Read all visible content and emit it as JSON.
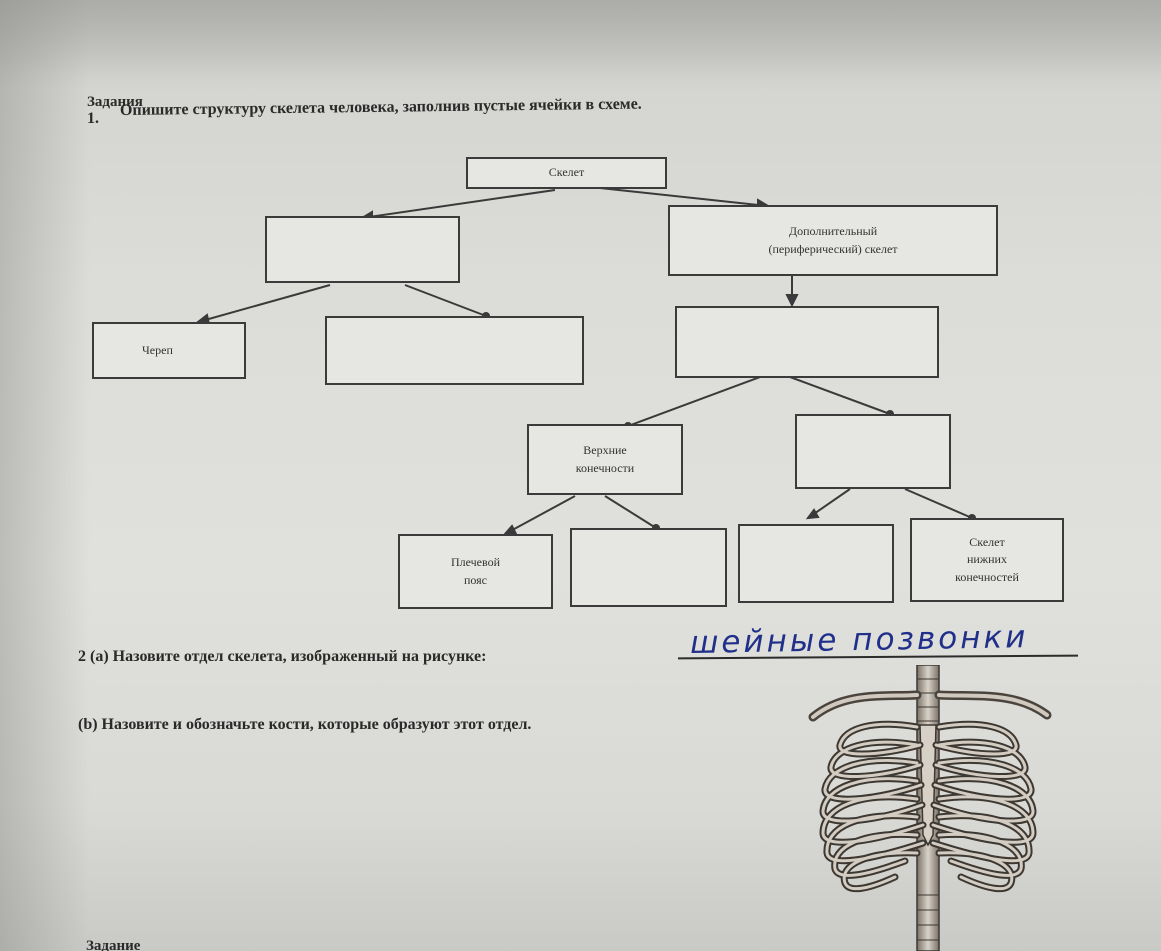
{
  "header": {
    "section_title": "Задания",
    "task1_number": "1.",
    "task1_text": "Опишите структуру скелета человека, заполнив пустые ячейки в схеме."
  },
  "diagram": {
    "root": "Скелет",
    "axial": "",
    "appendicular_line1": "Дополнительный",
    "appendicular_line2": "(периферический) скелет",
    "skull": "Череп",
    "trunk": "",
    "limbs": "",
    "upper_limbs_line1": "Верхние",
    "upper_limbs_line2": "конечности",
    "lower_limbs": "",
    "shoulder_girdle_line1": "Плечевой",
    "shoulder_girdle_line2": "пояс",
    "free_upper_limb": "",
    "pelvic_girdle": "",
    "lower_free_line1": "Скелет",
    "lower_free_line2": "нижних",
    "lower_free_line3": "конечностей"
  },
  "task2": {
    "question_a": "2 (а) Назовите отдел скелета, изображенный на рисунке:",
    "answer_a": "шейные позвонки",
    "question_b": "(b) Назовите и обозначьте кости, которые образуют этот отдел."
  },
  "footer": {
    "next_heading": "Задание"
  }
}
